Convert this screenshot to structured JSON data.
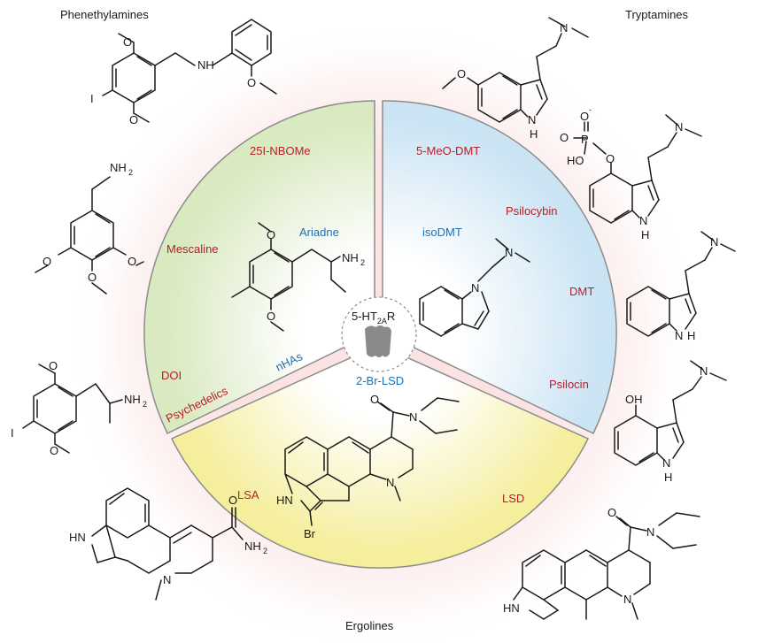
{
  "headers": {
    "phenethylamines": "Phenethylamines",
    "tryptamines": "Tryptamines",
    "ergolines": "Ergolines"
  },
  "center": {
    "label_main": "5-HT",
    "label_sub": "2A",
    "label_end": "R"
  },
  "psychedelic_labels": {
    "nbome": "25I-NBOMe",
    "mescaline": "Mescaline",
    "doi": "DOI",
    "meo_dmt": "5-MeO-DMT",
    "psilocybin": "Psilocybin",
    "dmt": "DMT",
    "psilocin": "Psilocin",
    "lsa": "LSA",
    "lsd": "LSD"
  },
  "nha_labels": {
    "ariadne": "Ariadne",
    "isodmt": "isoDMT",
    "br_lsd": "2-Br-LSD"
  },
  "divider_labels": {
    "psychedelics": "Psychedelics",
    "nhas": "nHAs"
  },
  "atoms": {
    "nh": "NH",
    "nh2": "NH",
    "two": "2",
    "n": "N",
    "h": "H",
    "hn": "HN",
    "hn_nh": "H",
    "i": "I",
    "o": "O",
    "p": "P",
    "ho": "HO",
    "oh": "OH",
    "br": "Br",
    "o_minus": "O",
    "minus": "-"
  },
  "colors": {
    "phenethylamine_sector": "#dcebc4",
    "tryptamine_sector": "#cfe6f5",
    "ergoline_sector": "#f6f0a8",
    "outer_glow": "#f9dede",
    "psychedelic_text": "#b5202a",
    "nha_text": "#1f6fb0"
  }
}
